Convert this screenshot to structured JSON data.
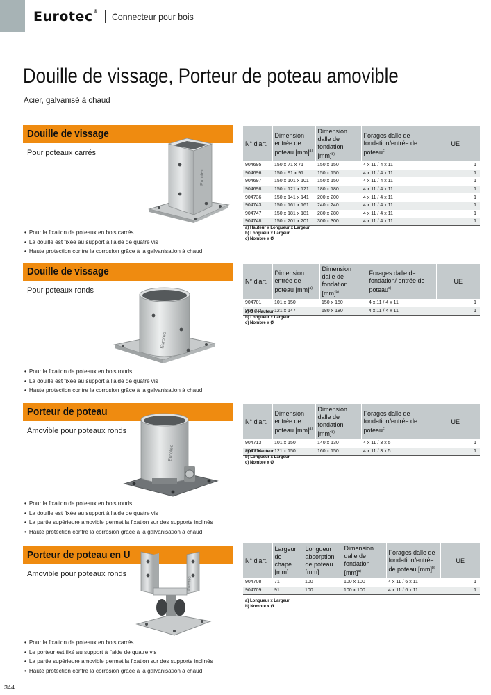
{
  "header": {
    "brand": "Eurotec",
    "brand_mark": "®",
    "category": "Connecteur pour bois"
  },
  "page": {
    "title": "Douille de vissage, Porteur de poteau amovible",
    "subtitle": "Acier, galvanisé à chaud",
    "number": "344"
  },
  "sections": [
    {
      "title": "Douille de vissage",
      "subtitle": "Pour poteaux carrés",
      "headers": [
        "N° d'art.",
        "Dimension entrée de poteau [mm]",
        "Dimension dalle de fondation [mm]",
        "Forages dalle de fondation/entrée de poteau",
        "UE"
      ],
      "header_sups": [
        "",
        "a)",
        "b)",
        "c)",
        ""
      ],
      "rows": [
        [
          "904695",
          "150 x 71 x 71",
          "150 x 150",
          "4 x 11 / 4 x 11",
          "1"
        ],
        [
          "904696",
          "150 x 91 x 91",
          "150 x 150",
          "4 x 11 / 4 x 11",
          "1"
        ],
        [
          "904697",
          "150 x 101 x 101",
          "150 x 150",
          "4 x 11 / 4 x 11",
          "1"
        ],
        [
          "904698",
          "150 x 121 x 121",
          "180 x 180",
          "4 x 11 / 4 x 11",
          "1"
        ],
        [
          "904736",
          "150 x 141 x 141",
          "200 x 200",
          "4 x 11 / 4 x 11",
          "1"
        ],
        [
          "904743",
          "150 x 161 x 161",
          "240 x 240",
          "4 x 11 / 4 x 11",
          "1"
        ],
        [
          "904747",
          "150 x 181 x 181",
          "280 x 280",
          "4 x 11 / 4 x 11",
          "1"
        ],
        [
          "904748",
          "150 x 201 x 201",
          "300 x 300",
          "4 x 11 / 4 x 11",
          "1"
        ]
      ],
      "footnotes": [
        "a) Hauteur x Longueur x Largeur",
        "b) Longueur x Largeur",
        "c) Nombre x Ø"
      ],
      "bullets": [
        "Pour la fixation de poteaux en bois carrés",
        "La douille est fixée au support à l'aide de quatre vis",
        "Haute protection contre la corrosion grâce à la galvanisation à chaud"
      ],
      "image_label": "Eurotec"
    },
    {
      "title": "Douille de vissage",
      "subtitle": "Pour poteaux ronds",
      "headers": [
        "N° d'art.",
        "Dimension entrée de poteau [mm]",
        "Dimension dalle de fondation [mm]",
        "Forages dalle de fondation/ entrée de poteau",
        "UE"
      ],
      "header_sups": [
        "",
        "a)",
        "b)",
        "c)",
        ""
      ],
      "rows": [
        [
          "904701",
          "101 x 150",
          "150 x 150",
          "4 x 11 / 4 x 11",
          "1"
        ],
        [
          "904702",
          "121 x 147",
          "180 x 180",
          "4 x 11 / 4 x 11",
          "1"
        ]
      ],
      "footnotes": [
        "a) Ø x Hauteur",
        "b) Longueur x Largeur",
        "c) Nombre x Ø"
      ],
      "bullets": [
        "Pour la fixation de poteaux en bois ronds",
        "La douille est fixée au support à l'aide de quatre vis",
        "Haute protection contre la corrosion grâce à la galvanisation à chaud"
      ],
      "image_label": "Eurotec"
    },
    {
      "title": "Porteur de poteau",
      "subtitle": "Amovible pour poteaux ronds",
      "headers": [
        "N° d'art.",
        "Dimension entrée de poteau [mm]",
        "Dimension dalle de fondation [mm]",
        "Forages dalle de fondation/entrée de poteau",
        "UE"
      ],
      "header_sups": [
        "",
        "a)",
        "b)",
        "c)",
        ""
      ],
      "rows": [
        [
          "904713",
          "101 x 150",
          "140 x 130",
          "4 x 11 / 3 x 5",
          "1"
        ],
        [
          "904714",
          "121 x 150",
          "160 x 150",
          "4 x 11 / 3 x 5",
          "1"
        ]
      ],
      "footnotes": [
        "a) Ø x Hauteur",
        "b) Longueur x Largeur",
        "c) Nombre x Ø"
      ],
      "bullets": [
        "Pour la fixation de poteaux en bois ronds",
        "La douille est fixée au support à l'aide de quatre vis",
        "La partie supérieure amovible permet la fixation sur des supports inclinés",
        "Haute protection contre la corrosion grâce à la galvanisation à chaud"
      ],
      "image_label": "Eurotec"
    },
    {
      "title": "Porteur de poteau en U",
      "subtitle": "Amovible pour poteaux ronds",
      "headers": [
        "N° d'art.",
        "Largeur de chape [mm]",
        "Longueur absorption de poteau [mm]",
        "Dimension dalle de fondation [mm]",
        "Forages dalle de fondation/entrée de poteau [mm]",
        "UE"
      ],
      "header_sups": [
        "",
        "",
        "",
        "a)",
        "b)",
        ""
      ],
      "rows": [
        [
          "904708",
          "71",
          "100",
          "100 x 100",
          "4 x 11 / 6 x 11",
          "1"
        ],
        [
          "904709",
          "91",
          "100",
          "100 x 100",
          "4 x 11 / 6 x 11",
          "1"
        ]
      ],
      "footnotes": [
        "a) Longueur x Largeur",
        "b) Nombre x Ø"
      ],
      "bullets": [
        "Pour la fixation de poteaux en bois carrés",
        "Le porteur est fixé au support à l'aide de quatre vis",
        "La partie supérieure amovible permet la fixation sur des supports inclinés",
        "Haute protection contre la corrosion grâce à la galvanisation à chaud"
      ],
      "image_label": "Eurotec"
    }
  ],
  "colors": {
    "accent": "#ef8b10",
    "table_header": "#c4cacc",
    "corner": "#a7b3b5"
  }
}
